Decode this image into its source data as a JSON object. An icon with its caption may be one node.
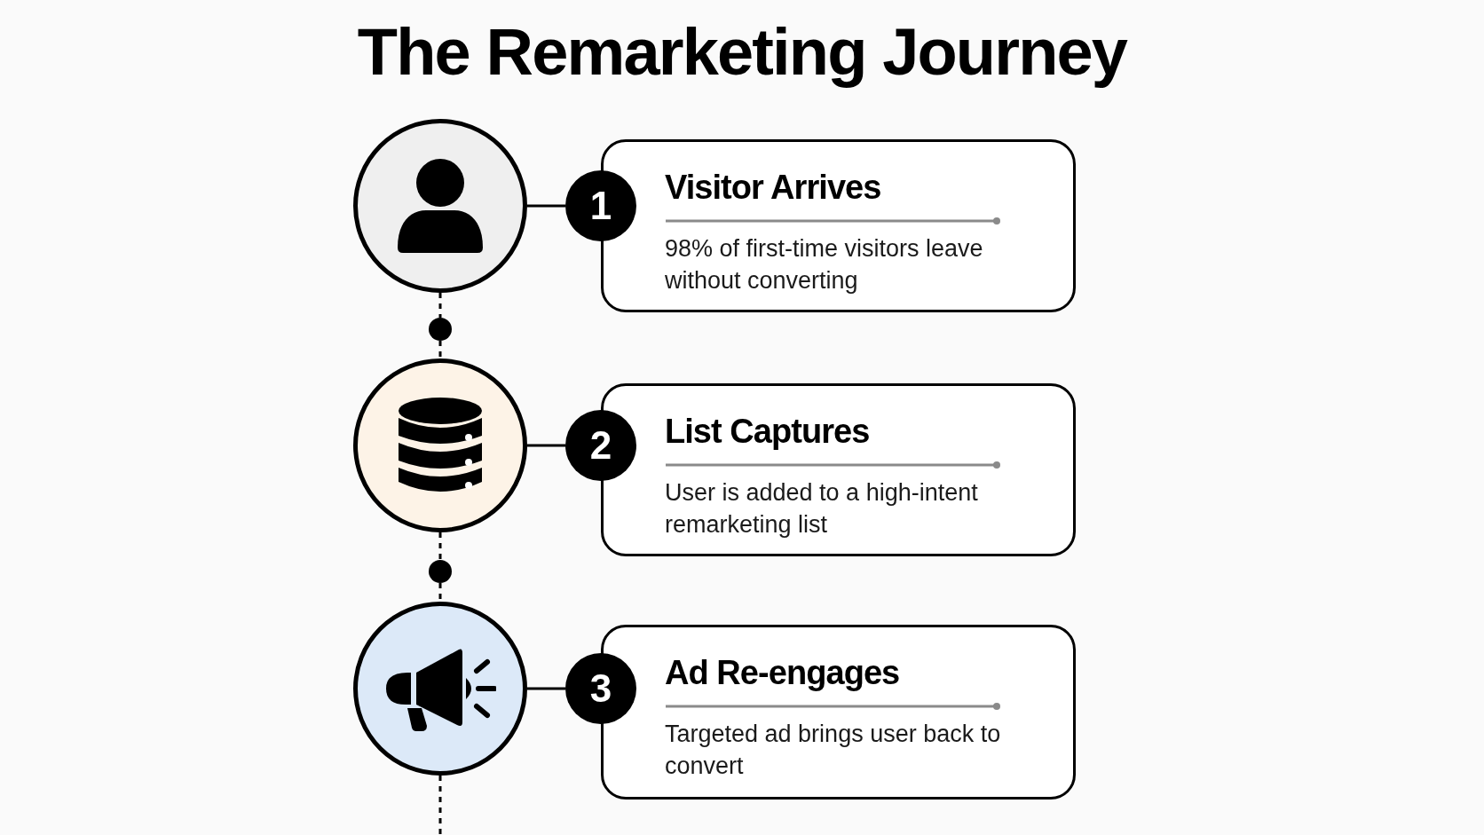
{
  "diagram": {
    "title": "The Remarketing Journey",
    "nodes": [
      {
        "text": [],
        "shape": "circle"
      },
      {
        "text": [
          "1"
        ]
      },
      {
        "text": [
          "Visitor Arrives",
          "98% of first-time visitors leave without converting"
        ]
      },
      {
        "text": [],
        "shape": "circle"
      },
      {
        "text": [],
        "shape": "circle"
      },
      {
        "text": [
          "2"
        ]
      },
      {
        "text": [
          "List Captures",
          "User is added to a high-intent remarketing list"
        ]
      },
      {
        "text": [],
        "shape": "circle"
      },
      {
        "text": [],
        "shape": "circle"
      },
      {
        "text": [
          "3"
        ]
      },
      {
        "text": [
          "Ad Re-engages",
          "Targeted ad brings user back to convert"
        ]
      }
    ],
    "edges": [
      {
        "from": 0,
        "to": 1,
        "arrow": "none"
      },
      {
        "from": 0,
        "to": 3,
        "arrow": "none",
        "style": "dashed"
      },
      {
        "from": 3,
        "to": 4,
        "arrow": "none",
        "style": "dashed"
      },
      {
        "from": 4,
        "to": 5,
        "arrow": "none"
      },
      {
        "from": 4,
        "to": 7,
        "arrow": "none",
        "style": "dashed"
      },
      {
        "from": 7,
        "to": 8,
        "arrow": "none",
        "style": "dashed"
      },
      {
        "from": 8,
        "to": 9,
        "arrow": "none"
      },
      {
        "from": 8,
        "to": null,
        "arrow": "none",
        "style": "dashed"
      }
    ]
  }
}
